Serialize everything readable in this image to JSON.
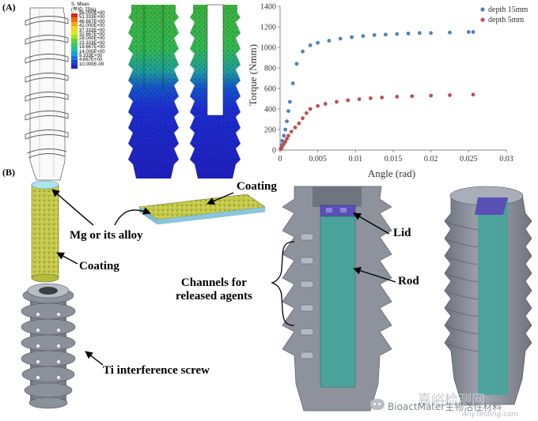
{
  "panel_a": {
    "label": "(A)",
    "legend": {
      "title": "S, Mises",
      "subtitle": "(平均: 75%)",
      "values": [
        "56.000E+00",
        "51.333E+00",
        "46.667E+00",
        "42.000E+00",
        "37.333E+00",
        "32.667E+00",
        "28.000E+00",
        "23.333E+00",
        "18.667E+00",
        "14.000E+00",
        "9.333E+00",
        "4.667E+00",
        "10.000E-09"
      ],
      "colors": [
        "#e0221c",
        "#ee6a15",
        "#f3a81a",
        "#f4d41c",
        "#d9e81a",
        "#a8e01a",
        "#5fd13a",
        "#2fc86a",
        "#1fbfa6",
        "#15a2d6",
        "#1a70e6",
        "#1e44d8",
        "#2323c8"
      ]
    }
  },
  "chart_data": {
    "type": "scatter",
    "title": "",
    "xlabel": "Angle (rad)",
    "ylabel": "Torque (Nmm)",
    "xlim": [
      0,
      0.03
    ],
    "ylim": [
      0,
      1400
    ],
    "xticks": [
      "0",
      "0.005",
      "0.01",
      "0.015",
      "0.02",
      "0.025",
      "0.03"
    ],
    "yticks": [
      "0",
      "200",
      "400",
      "600",
      "800",
      "1000",
      "1200",
      "1400"
    ],
    "grid": false,
    "legend_position": "top-right",
    "series": [
      {
        "name": "depth 15mm",
        "color": "#4f81bd",
        "points": [
          [
            0.0001,
            20
          ],
          [
            0.0002,
            50
          ],
          [
            0.0003,
            90
          ],
          [
            0.0005,
            140
          ],
          [
            0.0007,
            200
          ],
          [
            0.0009,
            280
          ],
          [
            0.0011,
            380
          ],
          [
            0.0013,
            470
          ],
          [
            0.0017,
            650
          ],
          [
            0.0022,
            840
          ],
          [
            0.003,
            960
          ],
          [
            0.004,
            1020
          ],
          [
            0.005,
            1045
          ],
          [
            0.0065,
            1065
          ],
          [
            0.008,
            1085
          ],
          [
            0.0095,
            1100
          ],
          [
            0.011,
            1110
          ],
          [
            0.0125,
            1120
          ],
          [
            0.014,
            1125
          ],
          [
            0.0155,
            1130
          ],
          [
            0.017,
            1135
          ],
          [
            0.0185,
            1140
          ],
          [
            0.02,
            1140
          ],
          [
            0.0225,
            1145
          ],
          [
            0.025,
            1150
          ],
          [
            0.0256,
            1150
          ]
        ]
      },
      {
        "name": "depth 5mm",
        "color": "#c0504d",
        "points": [
          [
            0.0001,
            10
          ],
          [
            0.0002,
            20
          ],
          [
            0.0003,
            40
          ],
          [
            0.0005,
            60
          ],
          [
            0.0007,
            80
          ],
          [
            0.0009,
            110
          ],
          [
            0.0011,
            140
          ],
          [
            0.0015,
            180
          ],
          [
            0.002,
            220
          ],
          [
            0.0025,
            260
          ],
          [
            0.003,
            310
          ],
          [
            0.0035,
            360
          ],
          [
            0.004,
            400
          ],
          [
            0.005,
            430
          ],
          [
            0.006,
            450
          ],
          [
            0.0075,
            470
          ],
          [
            0.009,
            485
          ],
          [
            0.0105,
            495
          ],
          [
            0.012,
            505
          ],
          [
            0.0135,
            512
          ],
          [
            0.0155,
            520
          ],
          [
            0.0175,
            525
          ],
          [
            0.02,
            530
          ],
          [
            0.0225,
            535
          ],
          [
            0.0256,
            540
          ]
        ]
      }
    ]
  },
  "panel_b": {
    "label": "(B)",
    "labels": {
      "coating_top": "Coating",
      "mg_alloy": "Mg or its alloy",
      "coating_rod": "Coating",
      "ti_screw": "Ti interference screw",
      "channels_line1": "Channels for",
      "channels_line2": "released agents",
      "lid": "Lid",
      "rod": "Rod"
    },
    "colors": {
      "coating_yellow": "#c8cc4a",
      "substrate_blue": "#9fd3e6",
      "rod_teal": "#4aa39b",
      "lid_purple": "#5a4fb5",
      "screw_gray": "#8a8f9c"
    }
  },
  "watermark": {
    "text": "BioactMater生物活性材料",
    "text2": "嘉峪检测网",
    "url": "AnyTesting.com"
  }
}
